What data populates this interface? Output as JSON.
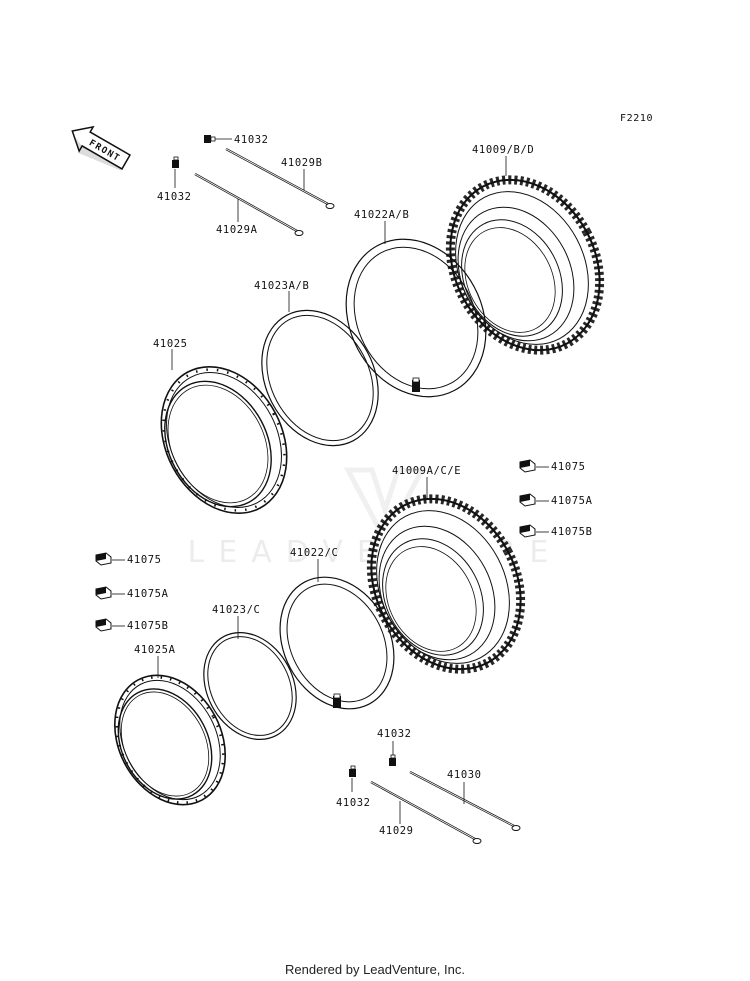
{
  "figure_code": "F2210",
  "front_arrow_label": "FRONT",
  "watermark": "LEADVENTURE",
  "footer": "Rendered by LeadVenture, Inc.",
  "callouts": {
    "c41032_a": "41032",
    "c41029b": "41029B",
    "c41032_b": "41032",
    "c41029a": "41029A",
    "c41009bd": "41009/B/D",
    "c41022ab": "41022A/B",
    "c41023ab": "41023A/B",
    "c41025": "41025",
    "c41075_r": "41075",
    "c41009ace": "41009A/C/E",
    "c41075a_r": "41075A",
    "c41075b_r": "41075B",
    "c41022c": "41022/C",
    "c41075_l": "41075",
    "c41075a_l": "41075A",
    "c41075b_l": "41075B",
    "c41023c": "41023/C",
    "c41025a": "41025A",
    "c41032_c": "41032",
    "c41030": "41030",
    "c41032_d": "41032",
    "c41029": "41029"
  }
}
